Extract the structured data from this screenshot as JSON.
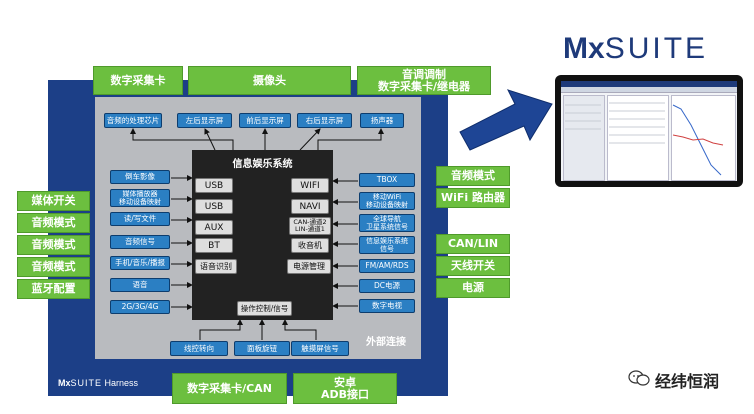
{
  "brand": {
    "mx": "Mx",
    "suite": "SUITE",
    "harness": "Harness"
  },
  "core_title": "信息娱乐系统",
  "core_slots": {
    "left": [
      "USB",
      "USB",
      "AUX",
      "BT",
      "语音识别"
    ],
    "right": [
      "WIFI",
      "NAVI",
      "CAN-通道2\nLIN-通道1",
      "收音机",
      "电源管理"
    ],
    "bottom": "操作控制/信号"
  },
  "top_devices": [
    "音频的处理芯片",
    "左后显示屏",
    "前后显示屏",
    "右后显示屏",
    "扬声器"
  ],
  "left_devices": [
    "倒车影像",
    "媒体播放器\n移动设备映射",
    "读/写文件",
    "音频信号",
    "手机/音乐/播报",
    "语音",
    "2G/3G/4G"
  ],
  "right_devices": [
    "TBOX",
    "移动WiFi\n移动设备映射",
    "全球导航\n卫星系统信号",
    "信息娱乐系统\n信号",
    "FM/AM/RDS",
    "DC电源",
    "数字电视"
  ],
  "bottom_devices": [
    "线控转向",
    "面板旋钮",
    "触摸屏信号"
  ],
  "external_label": "外部连接",
  "top_green": [
    "数字采集卡",
    "摄像头",
    "音调调制\n数字采集卡/继电器"
  ],
  "left_green": [
    "媒体开关",
    "音频模式",
    "音频模式",
    "音频模式",
    "蓝牙配置"
  ],
  "right_green": [
    "音频模式",
    "WiFi 路由器",
    "CAN/LIN",
    "天线开关",
    "电源"
  ],
  "bottom_green": [
    "数字采集卡/CAN",
    "安卓\nADB接口"
  ],
  "watermark": "经纬恒润",
  "colors": {
    "panel": "#1c3f87",
    "inner": "#b9bbbf",
    "core": "#222222",
    "green": "#6cbf3f",
    "blue": "#2b7fc3"
  }
}
